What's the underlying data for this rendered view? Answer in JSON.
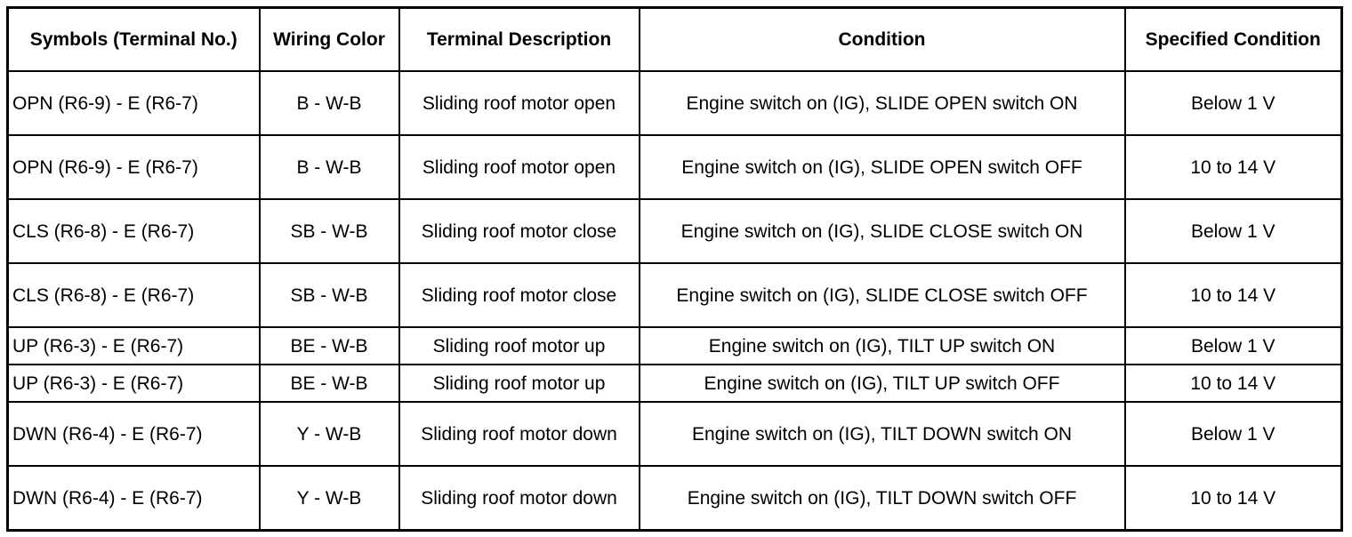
{
  "table": {
    "headers": [
      "Symbols (Terminal No.)",
      "Wiring Color",
      "Terminal Description",
      "Condition",
      "Specified Condition"
    ],
    "rows": [
      {
        "symbol": "OPN (R6-9) - E (R6-7)",
        "wiring": "B - W-B",
        "description": "Sliding roof motor open",
        "condition": "Engine switch on (IG), SLIDE OPEN switch ON",
        "specified": "Below 1 V"
      },
      {
        "symbol": "OPN (R6-9) - E (R6-7)",
        "wiring": "B - W-B",
        "description": "Sliding roof motor open",
        "condition": "Engine switch on (IG), SLIDE OPEN switch OFF",
        "specified": "10 to 14 V"
      },
      {
        "symbol": "CLS (R6-8) - E (R6-7)",
        "wiring": "SB - W-B",
        "description": "Sliding roof motor close",
        "condition": "Engine switch on (IG), SLIDE CLOSE switch ON",
        "specified": "Below 1 V"
      },
      {
        "symbol": "CLS (R6-8) - E (R6-7)",
        "wiring": "SB - W-B",
        "description": "Sliding roof motor close",
        "condition": "Engine switch on (IG), SLIDE CLOSE switch OFF",
        "specified": "10 to 14 V"
      },
      {
        "symbol": "UP (R6-3) - E (R6-7)",
        "wiring": "BE - W-B",
        "description": "Sliding roof motor up",
        "condition": "Engine switch on (IG), TILT UP switch ON",
        "specified": "Below 1 V"
      },
      {
        "symbol": "UP (R6-3) - E (R6-7)",
        "wiring": "BE - W-B",
        "description": "Sliding roof motor up",
        "condition": "Engine switch on (IG), TILT UP switch OFF",
        "specified": "10 to 14 V"
      },
      {
        "symbol": "DWN (R6-4) - E (R6-7)",
        "wiring": "Y - W-B",
        "description": "Sliding roof motor down",
        "condition": "Engine switch on (IG), TILT DOWN switch ON",
        "specified": "Below 1 V"
      },
      {
        "symbol": "DWN (R6-4) - E (R6-7)",
        "wiring": "Y - W-B",
        "description": "Sliding roof motor down",
        "condition": "Engine switch on (IG), TILT DOWN switch OFF",
        "specified": "10 to 14 V"
      }
    ]
  }
}
